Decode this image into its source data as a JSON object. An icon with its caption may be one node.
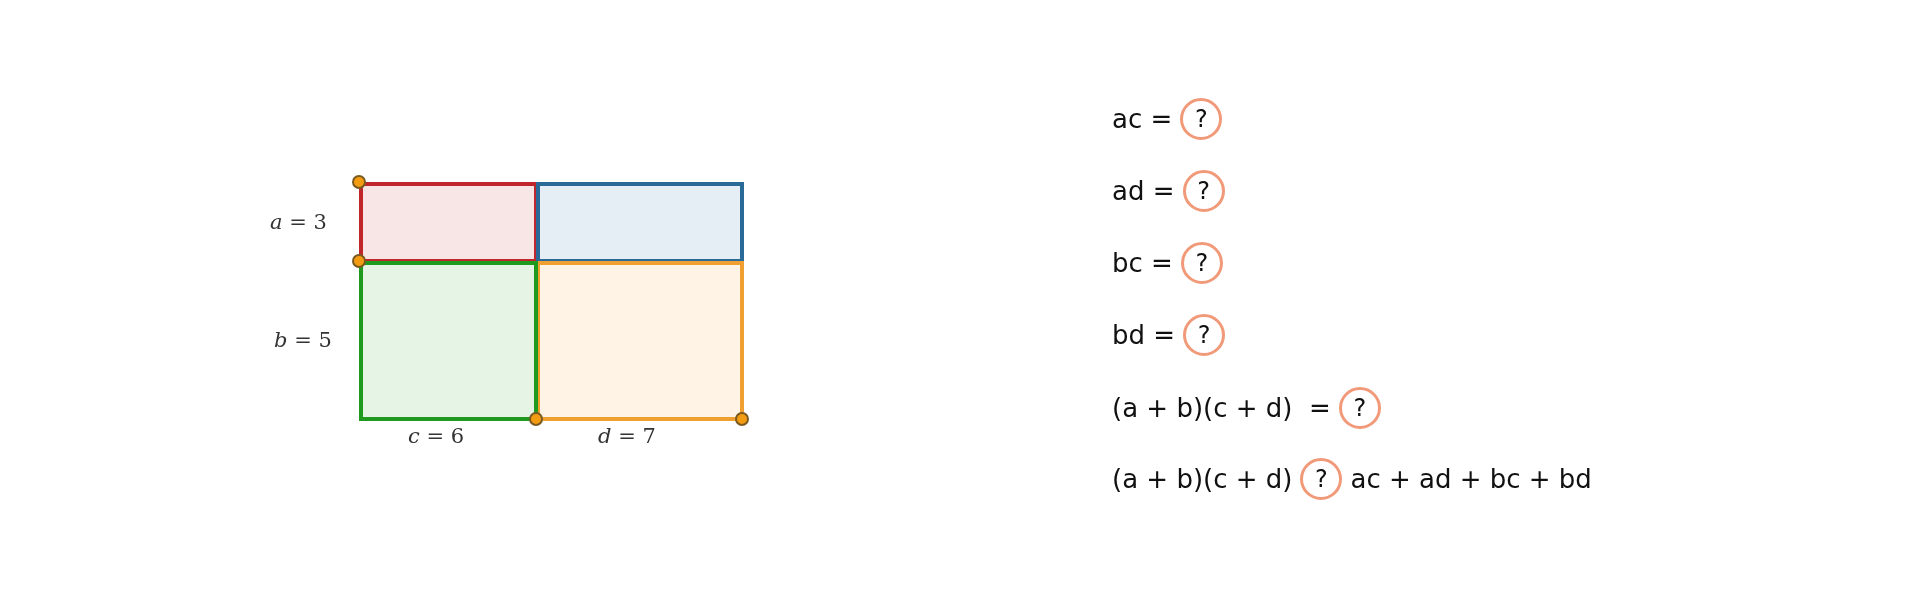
{
  "diagram": {
    "nodes": [
      {
        "text": [],
        "shape": "box"
      },
      {
        "text": [],
        "shape": "box"
      },
      {
        "text": [],
        "shape": "box"
      },
      {
        "text": [],
        "shape": "box"
      }
    ],
    "labels": [
      "*a* = 3",
      "*b* = 5",
      "*c* = 6",
      "*d* = 7",
      "ac =",
      "?",
      "ad =",
      "?",
      "bc =",
      "?",
      "bd =",
      "?",
      "(a + b)(c + d)  =",
      "?",
      "(a + b)(c + d)",
      "?",
      "ac + ad + bc + bd"
    ]
  }
}
